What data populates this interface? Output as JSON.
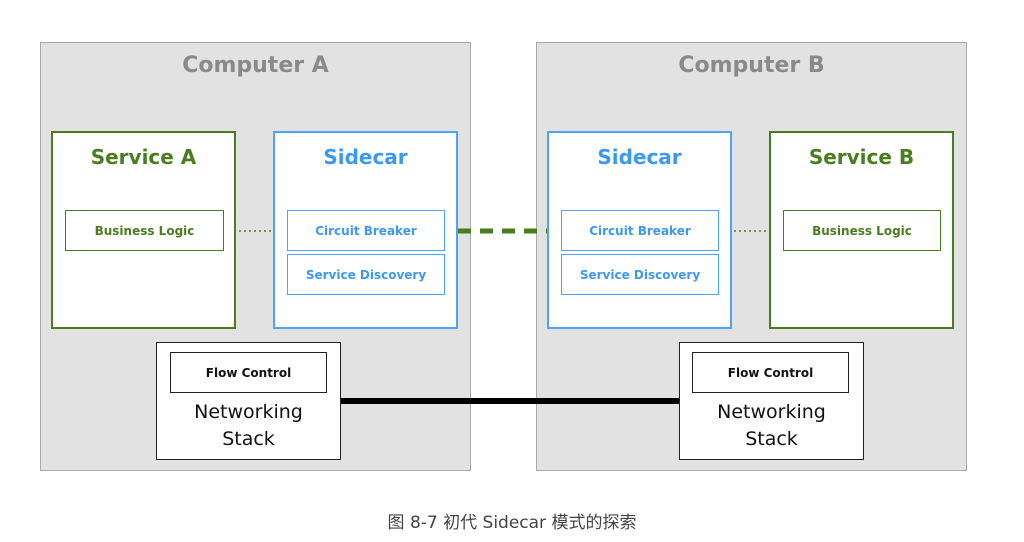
{
  "computers": {
    "a": {
      "title": "Computer A"
    },
    "b": {
      "title": "Computer B"
    }
  },
  "service_a": {
    "title": "Service A",
    "logic": "Business Logic"
  },
  "service_b": {
    "title": "Service B",
    "logic": "Business Logic"
  },
  "sidecar_a": {
    "title": "Sidecar",
    "circuit_breaker": "Circuit Breaker",
    "service_discovery": "Service Discovery"
  },
  "sidecar_b": {
    "title": "Sidecar",
    "circuit_breaker": "Circuit Breaker",
    "service_discovery": "Service Discovery"
  },
  "network_a": {
    "flow_control": "Flow Control",
    "line1": "Networking",
    "line2": "Stack"
  },
  "network_b": {
    "flow_control": "Flow Control",
    "line1": "Networking",
    "line2": "Stack"
  },
  "colors": {
    "service": "#4a7d1f",
    "sidecar": "#4da3f5",
    "computer_bg": "#e2e2e2"
  },
  "caption": "图 8-7 初代 Sidecar 模式的探索"
}
